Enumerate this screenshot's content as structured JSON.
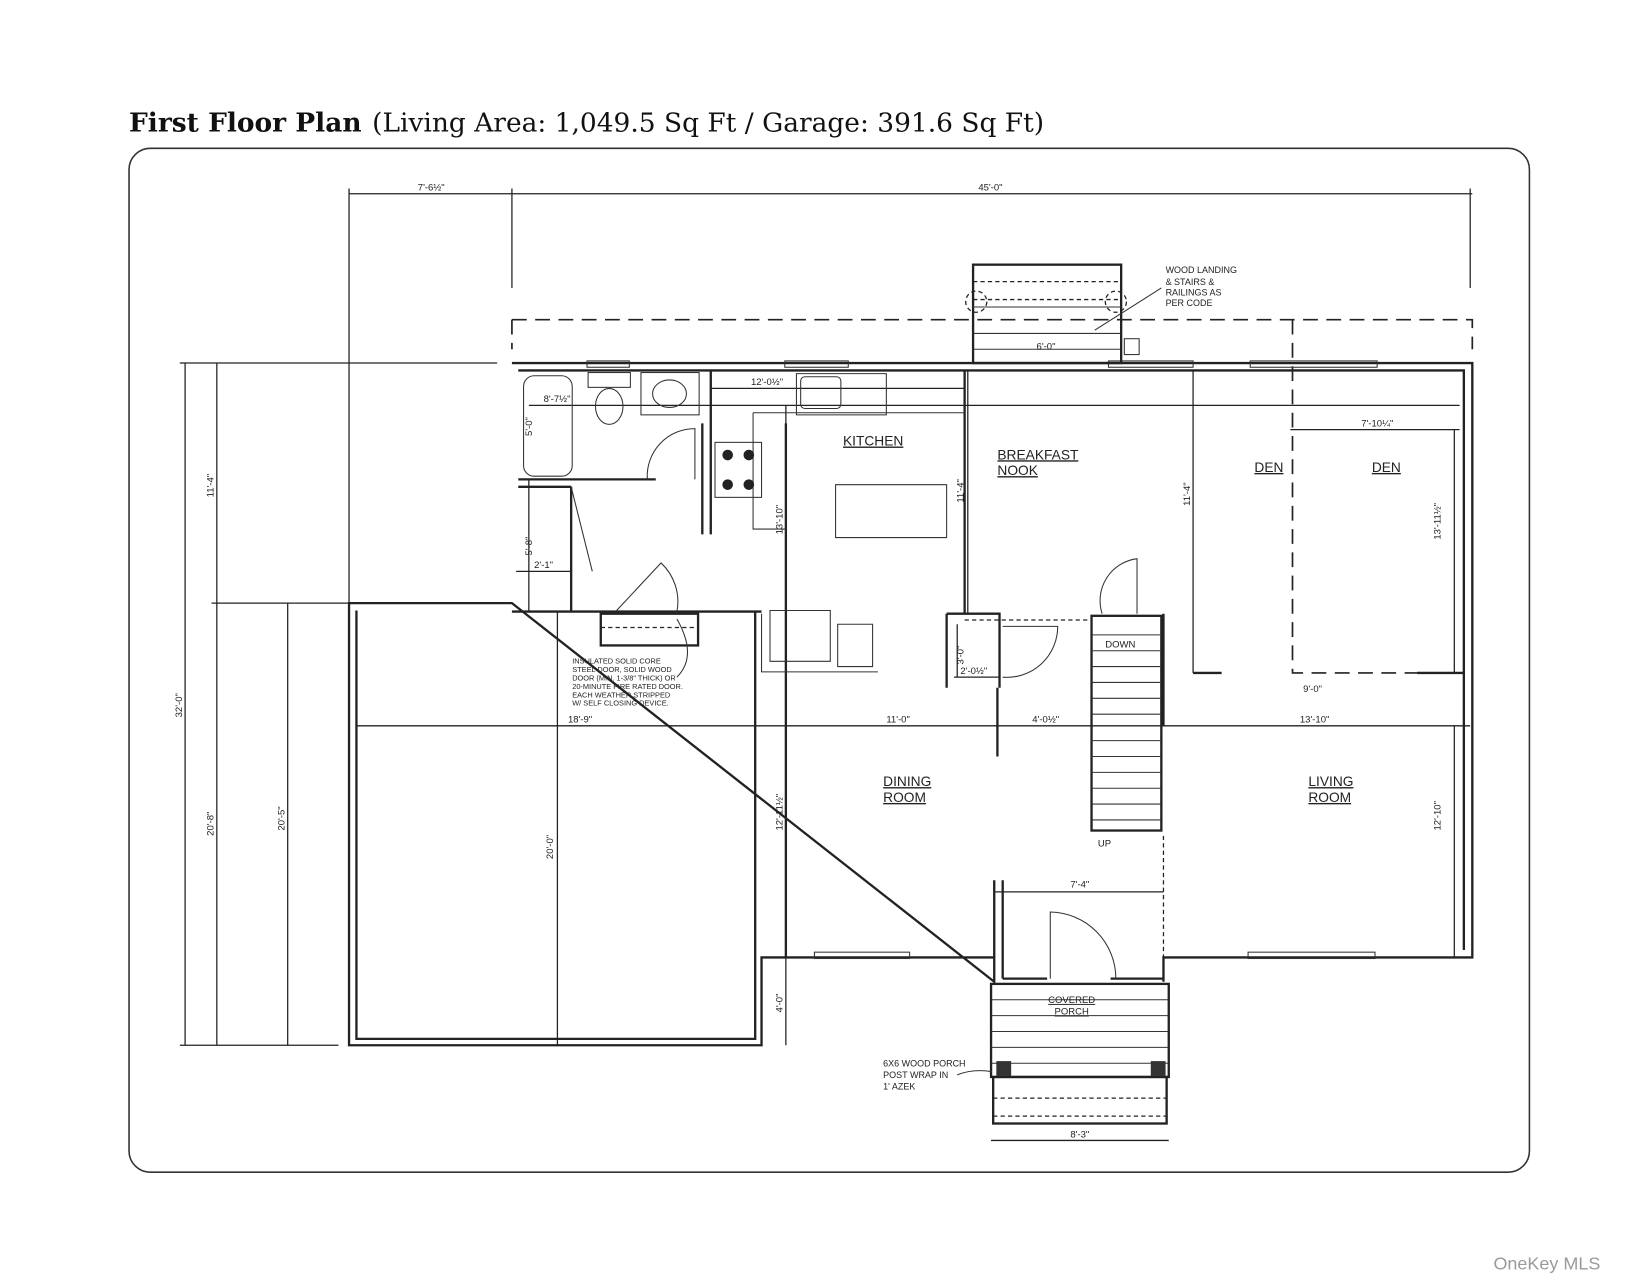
{
  "title": {
    "bold": "First Floor Plan",
    "rest": "(Living Area: 1,049.5 Sq Ft / Garage: 391.6 Sq Ft)"
  },
  "rooms": {
    "kitchen": "KITCHEN",
    "breakfast_1": "BREAKFAST",
    "breakfast_2": "NOOK",
    "den_left": "DEN",
    "den_right": "DEN",
    "dining_1": "DINING",
    "dining_2": "ROOM",
    "living_1": "LIVING",
    "living_2": "ROOM",
    "porch_1": "COVERED",
    "porch_2": "PORCH"
  },
  "stairs": {
    "down": "DOWN",
    "up": "UP"
  },
  "dimensions": {
    "top_left": "7'-6½\"",
    "top_overall": "45'-0\"",
    "deck_width": "6'-0\"",
    "kitchen_width": "12'-0½\"",
    "bath_width": "8'-7½\"",
    "bath_depth": "5'-0\"",
    "laundry_depth": "5'-8\"",
    "laundry_width": "2'-1\"",
    "kitchen_depth": "13'-10\"",
    "nook_depth": "11'-4\"",
    "den_depth": "11'-4\"",
    "left_upper": "11'-4\"",
    "den_width": "7'-10¼\"",
    "den_right_depth": "13'-11½\"",
    "closet_depth": "3'-0\"",
    "closet_width": "2'-0½\"",
    "den_span": "9'-0\"",
    "garage_width": "18'-9\"",
    "dining_width": "11'-0\"",
    "hall_width": "4'-0½\"",
    "living_width": "13'-10\"",
    "dining_depth": "12'-11½\"",
    "living_depth": "12'-10\"",
    "entry_width": "7'-4\"",
    "offset_depth": "4'-0\"",
    "garage_depth": "20'-0\"",
    "left_lower": "20'-8\"",
    "left_garage": "20'-5\"",
    "overall_depth": "32'-0\"",
    "porch_width": "8'-3\""
  },
  "notes": {
    "deck": [
      "WOOD LANDING",
      "& STAIRS &",
      "RAILINGS AS",
      "PER CODE"
    ],
    "door": [
      "INSULATED SOLID CORE",
      "STEEL DOOR, SOLID WOOD",
      "DOOR (MIN. 1-3/8\" THICK) OR",
      "20-MINUTE FIRE RATED DOOR.",
      "EACH WEATHER STRIPPED",
      "W/ SELF CLOSING DEVICE."
    ],
    "post": [
      "6X6 WOOD PORCH",
      "POST WRAP IN",
      "1' AZEK"
    ]
  },
  "watermark": "OneKey MLS"
}
